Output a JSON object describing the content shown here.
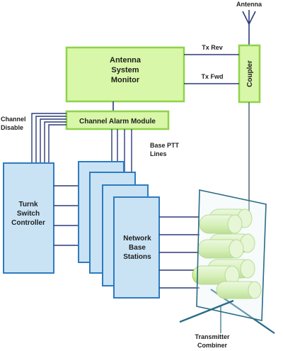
{
  "diagram": {
    "labels": {
      "antenna": "Antenna",
      "tx_rev": "Tx Rev",
      "tx_fwd": "Tx Fwd",
      "coupler": "Coupler",
      "asm": [
        "Antenna",
        "System",
        "Monitor"
      ],
      "alarm_module": "Channel Alarm Module",
      "channel_disable": [
        "Channel",
        "Disable"
      ],
      "base_ptt": [
        "Base PTT",
        "Lines"
      ],
      "tsc": [
        "Turnk",
        "Switch",
        "Controller"
      ],
      "nbs": [
        "Network",
        "Base",
        "Stations"
      ],
      "combiner": [
        "Transmitter",
        "Combiner"
      ]
    },
    "colors": {
      "green_fill": "#d8f7a8",
      "green_stroke": "#8fd34a",
      "blue_fill": "#c9e3f5",
      "blue_stroke": "#2f7bbf",
      "line": "#2b3a7a",
      "rod": "#2a6b86",
      "cylinder": "#ccef92"
    }
  }
}
